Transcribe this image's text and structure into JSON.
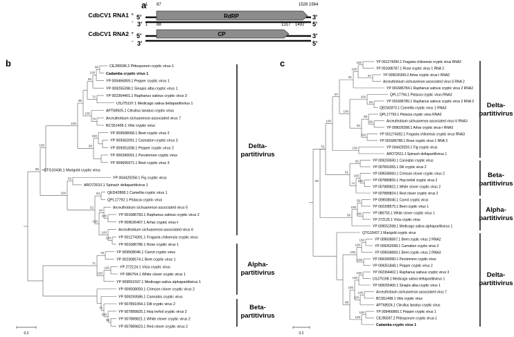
{
  "panel_a": {
    "label": "a",
    "rna1": {
      "name": "CdbCV1 RNA1",
      "start": "1",
      "orf_start": "87",
      "orf_end": "1526",
      "end": "1564",
      "orf": "RdRP"
    },
    "rna2": {
      "name": "CdbCV1 RNA2",
      "start": "1",
      "orf_start": "88",
      "orf_end": "1317",
      "end": "1492",
      "orf": "CP"
    },
    "strand_labels": {
      "five": "5'",
      "three": "3'",
      "plus": "+",
      "minus": "-"
    }
  },
  "panel_b": {
    "label": "b",
    "leaves": [
      "CEJ95596.2 Pittosporum cryptic virus-1",
      "Cadamba cryptic virus 1",
      "YP 009466859.1 Pepper cryptic virus 1",
      "YP 009255398.1 Sinapis alba cryptic virus 1",
      "YP 002364401.1 Raphanus sativus cryptic virus 3",
      "USJ75197.1 Medicago sativa deltapartitivirus 1",
      "APT68925.1 Citrullus lanatus cryptic virus",
      "Arceuthobium sichuanense-associated virus 7",
      "BCS51495.1 Vitis cryptic virus",
      "YP 009508068.1 Beet cryptic virus 2",
      "YP 009362091.1 Carnation cryptic virus 3",
      "YP 009351838.1 Pepper cryptic virus 2",
      "YP 006390091.1 Persimmon cryptic virus",
      "YP 009665971.1 Beet cryptic virus 3",
      "QTG10436.1 Marigold cryptic virus",
      "YP 004429258.1 Fig cryptic virus",
      "ARO72610.1 Spinach deltapartitivirus 1",
      "QED42868.1 Camellia cryptic virus 1",
      "QPL17792.1 Pistacia cryptic virus",
      "Arceuthobium sichuanense-associated virus 5",
      "YP 001686783.1 Raphanus sativus cryptic virus 2",
      "YP 009026407.1 Arhar cryptic virus-I",
      "Arceuthobium sichuanense-associated virus 6",
      "YP 001274391.1 Fragaria chiloensis cryptic virus",
      "YP 001686786.1 Rose cryptic virus 1",
      "YP 009508046.1 Carrot cryptic virus",
      "YP 002308574.1 Beet cryptic virus 1",
      "YP 272124.1 Vicia cryptic virus",
      "YP 086754.1 White clover cryptic virus 1",
      "YP 009551597.1 Medicago sativa alphapartitivirus 1",
      "YP 009508059.1 Crimson clover cryptic virus 2",
      "YP 009293586.1 Cannabis cryptic virus",
      "YP 007891054.1 Dill cryptic virus 2",
      "YP 007889825.1 Hop trefoil cryptic virus 2",
      "YP 007889821.1 White clover cryptic virus 2",
      "YP 007889823.1 Red clover cryptic virus 2"
    ],
    "bootstrap": [
      "98",
      "100",
      "90",
      "72",
      "79",
      "100",
      "88",
      "100",
      "96",
      "100",
      "100",
      "53",
      "83",
      "100",
      "94",
      "100",
      "100",
      "100",
      "52",
      "100",
      "98",
      "78",
      "100",
      "100",
      "71",
      "98",
      "100",
      "75"
    ],
    "groups": [
      "Delta-",
      "partitivirus",
      "Alpha-",
      "partitivirus",
      "Beta-",
      "partitivirus"
    ],
    "scale": "0.2"
  },
  "panel_c": {
    "label": "c",
    "leaves": [
      "YP 001274390.1 Fragaria chiloensis cryptic virus RNA2",
      "YP 001686787.1 Rose cryptic virus 1 RNA 2",
      "YP 009026399.2 Arhar cryptic virus-I RNA2",
      "Arceuthobium sichuanense-associated virus 6 RNA 2",
      "YP 001686784.1 Raphanus sativus cryptic virus 2 RNA2",
      "QPL17794.1 Pistacia cryptic virus RNA3",
      "YP 001686785.1 Raphanus sativus cryptic virus 2 RNA 3",
      "QED42870.1 Camellia cryptic virus 1 RNA3",
      "QPL17793.1 Pistacia cryptic virus RNA2",
      "Arceuthobium sichuanense-associated virus 6 RNA3",
      "YP 009026398.1 Arhar cryptic virus-I RNA3",
      "YP 001274392.1 Fragaria chiloensis cryptic virus RNA3",
      "YP 001686788.1 Rose cryptic virus 1 RNA 3",
      "YP 004429259.1 Fig cryptic virus",
      "ARO72611.1 Spinach deltapartitivirus 1",
      "YP 009293590.1 Cannabis cryptic virus",
      "YP 007891055.1 Dill cryptic virus 2",
      "YP 009508060.1 Crimson clover cryptic virus 2",
      "YP 007889826.1 Hop trefoil cryptic virus 2",
      "YP 007889822.1 White clover cryptic virus 2",
      "YP 007889824.1 Red clover cryptic virus 2",
      "YP 009508045.1 Carrot cryptic virus",
      "YP 002308575.1 Beet cryptic virus 1",
      "YP 086755.1 White clover cryptic virus 1",
      "YP 272125.1 Vicia cryptic virus",
      "YP 009551598.1 Medicago sativa alphapartitivirus 1",
      "QTG10437.1 Marigold cryptic virus",
      "YP 009508067.1 Beet cryptic virus 2 RNA2",
      "YP 009362098.1 Carnation cryptic virus 3",
      "YP 009508069.1 Beet cryptic virus 2 RNA3",
      "YP 006390090.1 Persimmon cryptic virus",
      "YP 009351848.1 Pepper cryptic virus 2",
      "YP 002364402.1 Raphanus sativus cryptic virus 3",
      "USJ75198.1 Medicago sativa deltapartitivirus 1",
      "YP 009255400.1 Sinapis alba cryptic virus 1",
      "Arceuthobium sichuanense-associated virus 7",
      "BCS51498.1 Vitis cryptic virus",
      "APT68924.1 Citrullus lanatus cryptic virus",
      "YP 009466860.1 Pepper cryptic virus 1",
      "CEJ95597.2 Pittosporum cryptic virus-1",
      "Cadamba cryptic virus 1"
    ],
    "bootstrap": [
      "100",
      "87",
      "100",
      "81",
      "82",
      "100",
      "96",
      "99",
      "100",
      "94",
      "100",
      "97",
      "100",
      "100",
      "82",
      "100",
      "100",
      "74",
      "91",
      "76",
      "59",
      "100",
      "100",
      "56",
      "92",
      "100",
      "100",
      "100",
      "100",
      "100",
      "100",
      "100",
      "100",
      "100",
      "100",
      "100",
      "88"
    ],
    "groups": [
      "Delta-",
      "partitivirus",
      "Beta-",
      "partitivirus",
      "Alpha-",
      "partitivirus",
      "Delta-",
      "partitivirus"
    ],
    "scale": "0.2"
  }
}
